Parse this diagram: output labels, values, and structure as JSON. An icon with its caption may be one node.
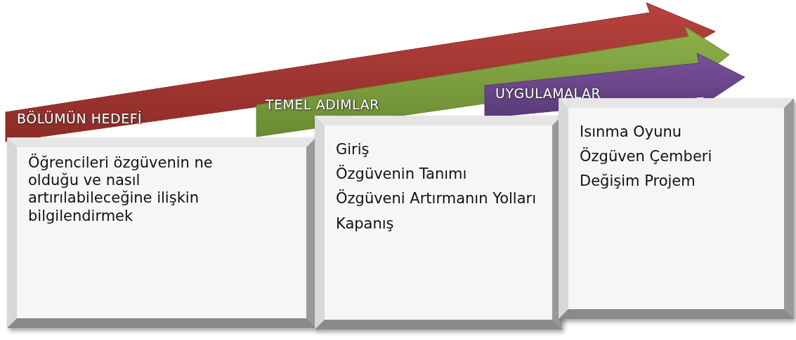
{
  "diagram": {
    "nodes": [
      {
        "text": [
          "BÖLÜMÜN HEDEFİ"
        ]
      },
      {
        "text": [
          "Öğrencileri özgüvenin ne olduğu ve nasıl artırılabileceğine ilişkin bilgilendirmek"
        ]
      },
      {
        "text": [
          "TEMEL ADIMLAR"
        ]
      },
      {
        "text": [
          "Giriş",
          "Özgüvenin Tanımı",
          "Özgüveni Artırmanın Yolları",
          "Kapanış"
        ]
      },
      {
        "text": [
          "UYGULAMALAR"
        ]
      },
      {
        "text": [
          "Isınma Oyunu",
          "Özgüven Çemberi",
          "Değişim Projem"
        ]
      }
    ]
  }
}
